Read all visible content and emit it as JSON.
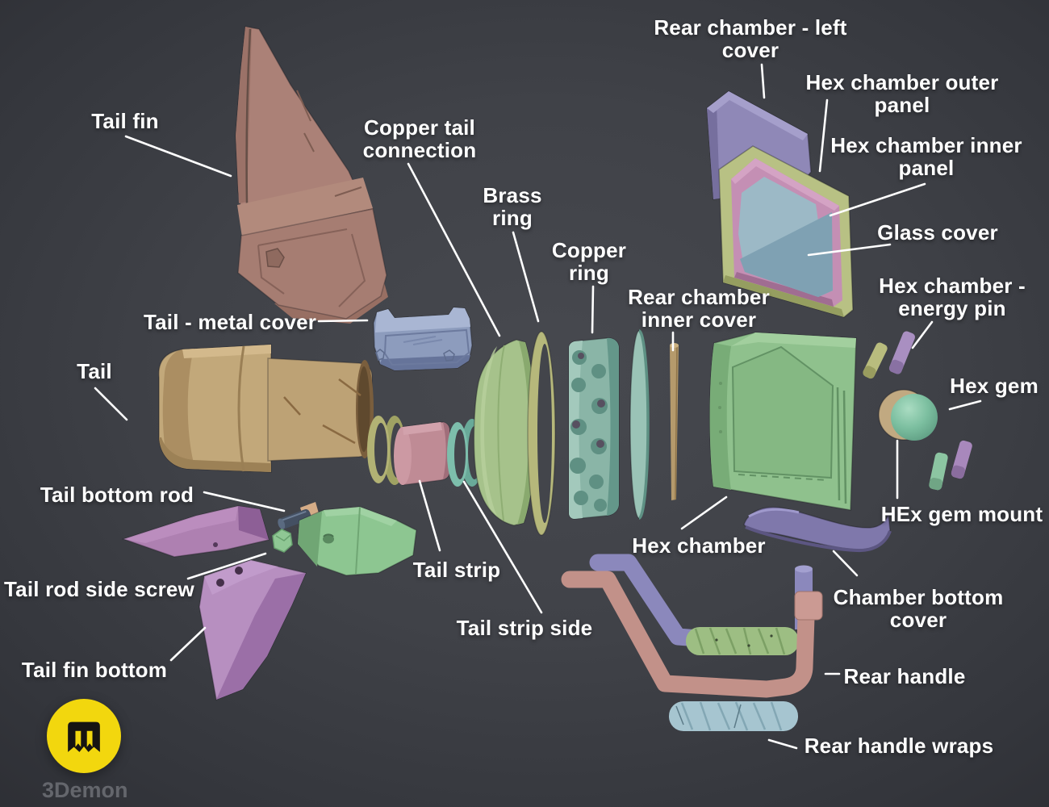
{
  "scene": {
    "background_center": "#47494f",
    "background_edge": "#1f2025",
    "leader_line_color": "#ffffff",
    "label_color": "#ffffff"
  },
  "branding": {
    "name": "3Demon",
    "logo_bg": "#f2d70e",
    "logo_glyph": "#161412",
    "text_color": "#64666c"
  },
  "labels": {
    "tail_fin": {
      "lines": [
        "Tail fin"
      ]
    },
    "copper_tail_connection": {
      "lines": [
        "Copper tail",
        "connection"
      ]
    },
    "brass_ring": {
      "lines": [
        "Brass",
        "ring"
      ]
    },
    "copper_ring": {
      "lines": [
        "Copper",
        "ring"
      ]
    },
    "rear_chamber_left_cover": {
      "lines": [
        "Rear chamber - left",
        "cover"
      ]
    },
    "hex_chamber_outer_panel": {
      "lines": [
        "Hex chamber outer",
        "panel"
      ]
    },
    "hex_chamber_inner_panel": {
      "lines": [
        "Hex chamber inner",
        "panel"
      ]
    },
    "glass_cover": {
      "lines": [
        "Glass cover"
      ]
    },
    "rear_chamber_inner_cover": {
      "lines": [
        "Rear chamber",
        "inner cover"
      ]
    },
    "hex_chamber_energy_pin": {
      "lines": [
        "Hex chamber -",
        "energy pin"
      ]
    },
    "hex_gem": {
      "lines": [
        "Hex gem"
      ]
    },
    "hex_gem_mount": {
      "lines": [
        "HEx gem mount"
      ]
    },
    "tail_metal_cover": {
      "lines": [
        "Tail - metal cover"
      ]
    },
    "tail": {
      "lines": [
        "Tail"
      ]
    },
    "tail_bottom_rod": {
      "lines": [
        "Tail bottom rod"
      ]
    },
    "tail_rod_side_screw": {
      "lines": [
        "Tail rod side screw"
      ]
    },
    "tail_fin_bottom": {
      "lines": [
        "Tail fin bottom"
      ]
    },
    "tail_strip": {
      "lines": [
        "Tail strip"
      ]
    },
    "tail_strip_side": {
      "lines": [
        "Tail strip side"
      ]
    },
    "hex_chamber": {
      "lines": [
        "Hex chamber"
      ]
    },
    "chamber_bottom_cover": {
      "lines": [
        "Chamber bottom",
        "cover"
      ]
    },
    "rear_handle": {
      "lines": [
        "Rear handle"
      ]
    },
    "rear_handle_wraps": {
      "lines": [
        "Rear handle wraps"
      ]
    }
  },
  "palette": {
    "tail_fin": "#ab8177",
    "tail": "#c2a87a",
    "tail_metal_cover": "#8d9cbd",
    "tail_strip": "#bf8b95",
    "tail_strip_side": "#7dbeac",
    "copper_tail_connection": "#a6c28b",
    "brass_ring": "#b6b87b",
    "copper_ring": "#8ab5a7",
    "ring_disc": "#9ac3b6",
    "rear_chamber_inner_cover": "#b59a6c",
    "hex_chamber": "#8fc18d",
    "rear_chamber_left_cover": "#8f88b7",
    "hex_chamber_outer_panel": "#b8c184",
    "hex_chamber_inner_panel": "#c48fb4",
    "glass_cover": "#9cb9c6",
    "glass_cover_shade": "#7fa1b3",
    "hex_gem": "#7cbfa0",
    "hex_gem_mount": "#c1a981",
    "energy_pin_olive": "#b9bc7e",
    "energy_pin_purple": "#a98fc1",
    "chamber_bottom_cover": "#7f78ab",
    "rear_handle_front": "#8b88bc",
    "rear_handle": "#c29189",
    "handle_wrap_green": "#9dbe83",
    "rear_handle_wraps": "#a6c5d0",
    "tail_fin_bottom": "#b78fc0",
    "tail_fin_bottom_upper": "#ae80b1",
    "tail_bottom_rod": "#445062",
    "tail_rod_side_screw": "#8fc794",
    "tail_bracket": "#8dc691"
  }
}
